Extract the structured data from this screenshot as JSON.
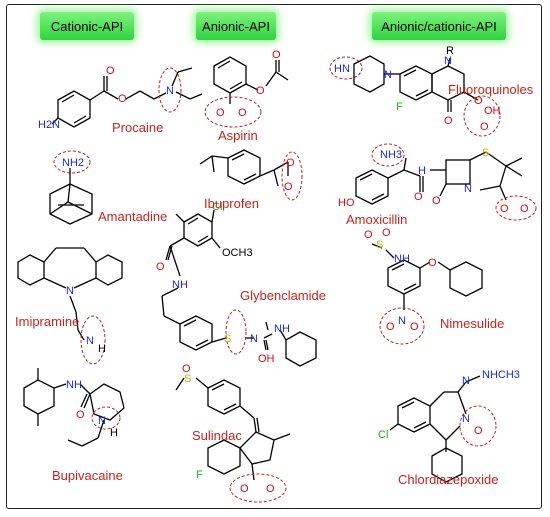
{
  "headers": [
    "Cationic-API",
    "Anionic-API",
    "Anionic/cationic-API"
  ],
  "labels": {
    "procaine": "Procaine",
    "amantadine": "Amantadine",
    "imipramine": "Imipramine",
    "bupivacaine": "Bupivacaine",
    "aspirin": "Aspirin",
    "ibuprofen": "Ibuprofen",
    "glybenclamide": "Glybenclamide",
    "sulindac": "Sulindac",
    "fluoroquinoles": "Fluoroquinoles",
    "amoxicillin": "Amoxicillin",
    "nimesulide": "Nimesulide",
    "chlordiazepoxide": "Chlordiazepoxide"
  },
  "atoms": {
    "h2n": "H2N",
    "o": "O",
    "n": "N",
    "nh2": "NH2",
    "nh3": "NH3",
    "nh": "NH",
    "oh": "OH",
    "hn": "HN",
    "h": "H",
    "r": "R",
    "f": "F",
    "cl": "Cl",
    "s": "S",
    "och3": "OCH3",
    "nhch3": "NHCH3",
    "ho": "HO"
  }
}
